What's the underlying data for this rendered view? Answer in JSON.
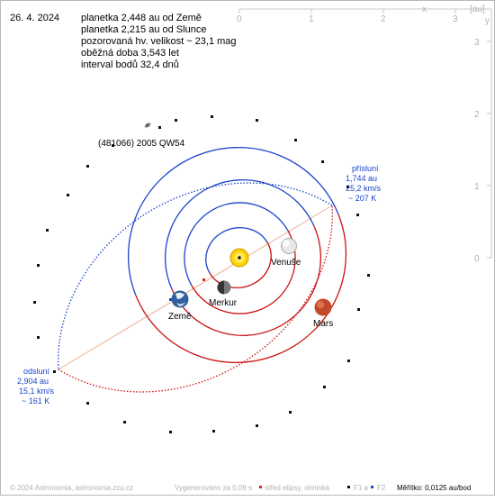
{
  "header": {
    "date": "26. 4. 2024",
    "lines": [
      "planetka 2,448 au od Země",
      "planetka 2,215 au od Slunce",
      "pozorovaná hv. velikost ~ 23,1 mag",
      "oběžná doba 3,543 let",
      "interval bodů 32,4 dnů"
    ]
  },
  "axes": {
    "unit": "[au]",
    "x_label": "x",
    "y_label": "y",
    "x_ticks": [
      "0",
      "1",
      "2",
      "3"
    ],
    "y_ticks": [
      "3",
      "2",
      "1",
      "0"
    ]
  },
  "object_name": "(481066) 2005 QW54",
  "perihelion": {
    "title": "přísluní",
    "distance": "1,744 au",
    "speed": "25,2 km/s",
    "temp": "~ 207 K"
  },
  "aphelion": {
    "title": "odsluní",
    "distance": "2,904 au",
    "speed": "15,1 km/s",
    "temp": "~ 161 K"
  },
  "planets": {
    "venus": "Venuše",
    "mercury": "Merkur",
    "earth": "Země",
    "mars": "Mars"
  },
  "footer": {
    "copyright": "© 2024 Astronomia, astronomia.zcu.cz",
    "generated": "Vygenerováno za 0,09 s",
    "center_legend": "střed elipsy, ohniska",
    "f1": "F1 a",
    "f2": "F2",
    "scale": "Měřítko: 0,0125 au/bod"
  },
  "colors": {
    "orbit_blue": "#1a44cc",
    "orbit_red": "#cc1111",
    "apsis_line": "#f0b090",
    "sun": "#ffd200",
    "mars": "#c24a2a"
  }
}
